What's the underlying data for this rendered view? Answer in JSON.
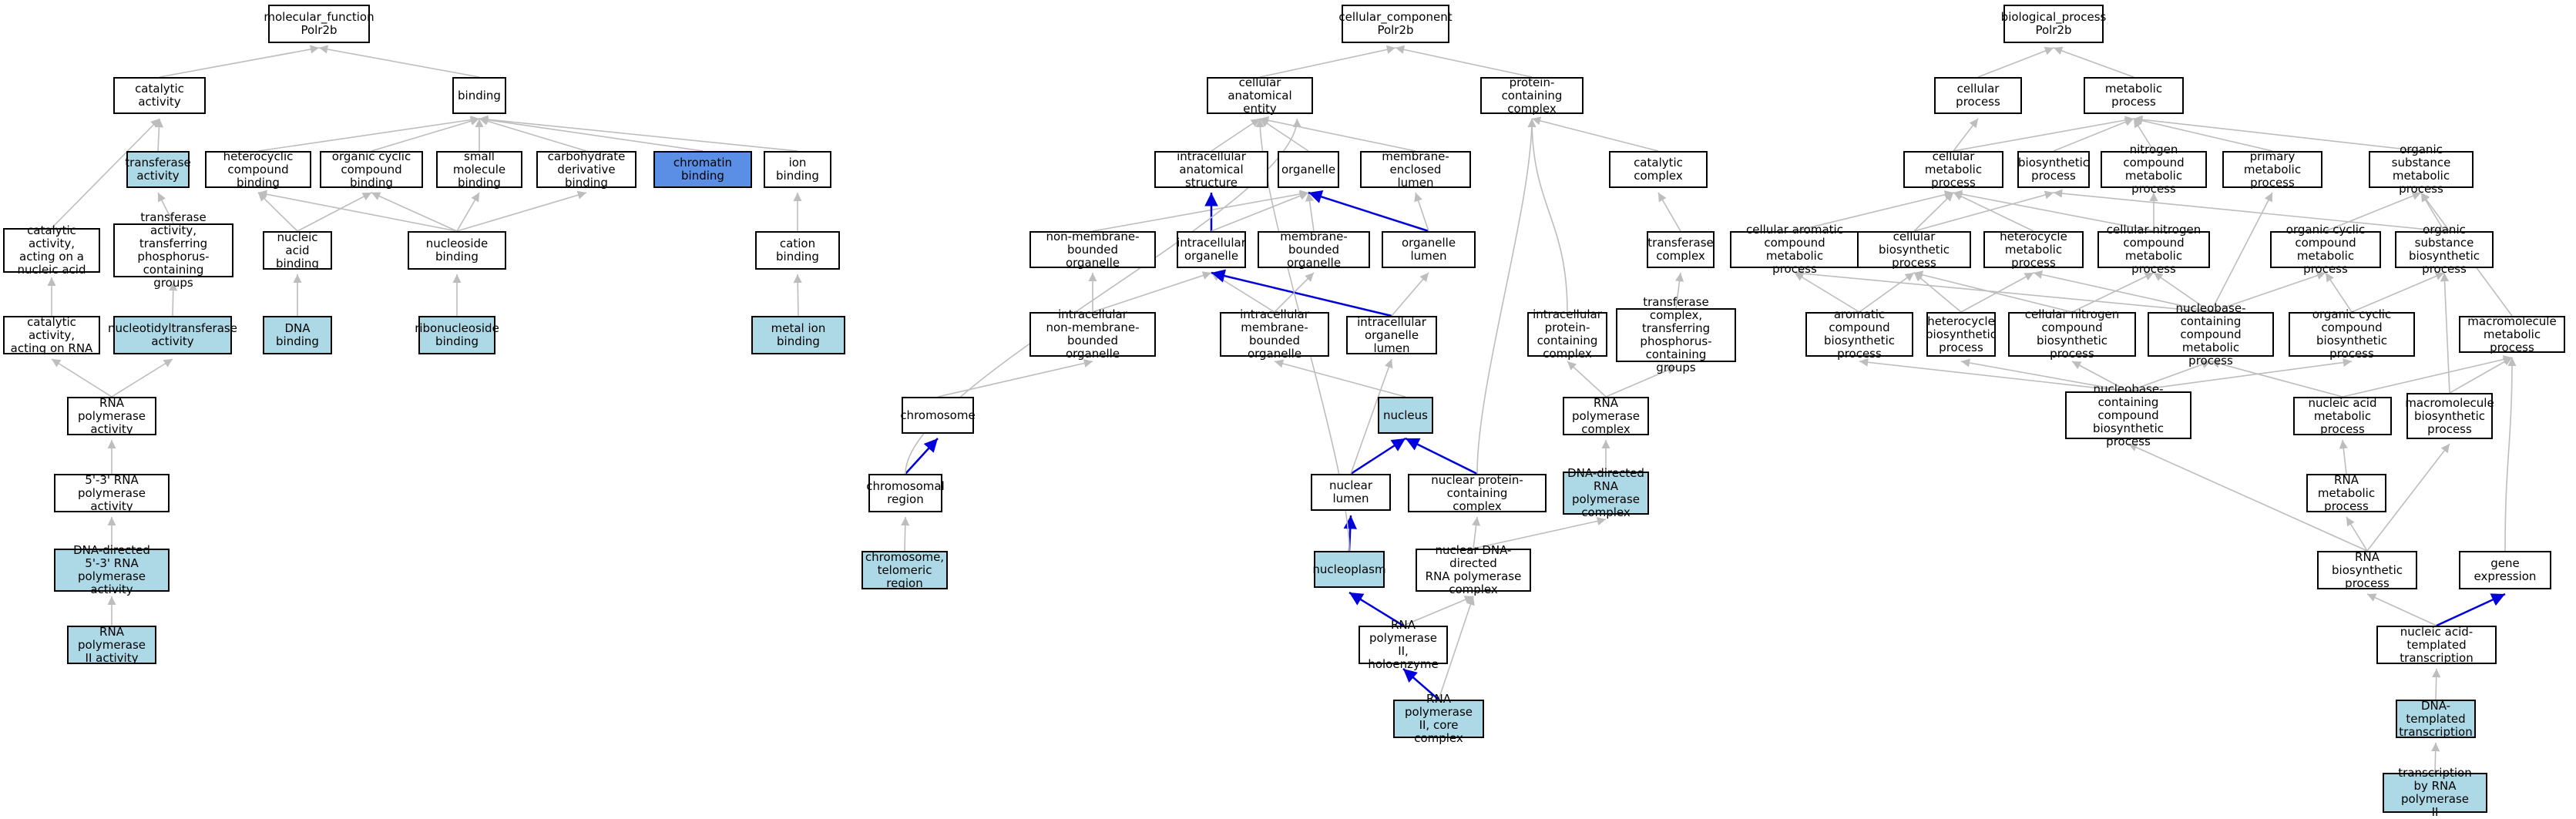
{
  "colors": {
    "edge": "#bdbdbd",
    "edge_highlight": "#0000dd",
    "node_light": "#add8e6",
    "node_dark": "#5b8fe6"
  },
  "nodes": {
    "mf_root": "molecular_function\nPolr2b",
    "catalytic_activity": "catalytic activity",
    "binding": "binding",
    "transferase_activity": "transferase\nactivity",
    "heterocyclic_compound_binding": "heterocyclic\ncompound binding",
    "organic_cyclic_compound_binding": "organic cyclic\ncompound binding",
    "small_molecule_binding": "small molecule\nbinding",
    "carbohydrate_derivative_binding": "carbohydrate\nderivative binding",
    "chromatin_binding": "chromatin binding",
    "ion_binding": "ion binding",
    "catalytic_activity_nucleic_acid": "catalytic activity,\nacting on a\nnucleic acid",
    "transferase_phosphorus": "transferase\nactivity, transferring\nphosphorus-containing\ngroups",
    "nucleic_acid_binding": "nucleic acid\nbinding",
    "nucleoside_binding": "nucleoside binding",
    "cation_binding": "cation binding",
    "catalytic_activity_rna": "catalytic activity,\nacting on RNA",
    "nucleotidyltransferase_activity": "nucleotidyltransferase\nactivity",
    "dna_binding": "DNA binding",
    "ribonucleoside_binding": "ribonucleoside\nbinding",
    "metal_ion_binding": "metal ion binding",
    "rna_polymerase_activity": "RNA polymerase\nactivity",
    "rna_pol_53": "5'-3' RNA polymerase\nactivity",
    "dna_directed_53": "DNA-directed\n5'-3' RNA polymerase\nactivity",
    "rna_pol_ii_activity": "RNA polymerase\nII activity",
    "cc_root": "cellular_component\nPolr2b",
    "cellular_anatomical_entity": "cellular anatomical\nentity",
    "protein_containing_complex": "protein-containing\ncomplex",
    "intracellular_anatomical_structure": "intracellular\nanatomical structure",
    "organelle": "organelle",
    "membrane_enclosed_lumen": "membrane-enclosed\nlumen",
    "catalytic_complex": "catalytic complex",
    "non_membrane_bounded_organelle": "non-membrane-bounded\norganelle",
    "intracellular_organelle": "intracellular\norganelle",
    "membrane_bounded_organelle": "membrane-bounded\norganelle",
    "organelle_lumen": "organelle lumen",
    "transferase_complex": "transferase\ncomplex",
    "intracellular_non_membrane_bounded_organelle": "intracellular\nnon-membrane-bounded\norganelle",
    "intracellular_membrane_bounded_organelle": "intracellular\nmembrane-bounded\norganelle",
    "intracellular_organelle_lumen": "intracellular\norganelle lumen",
    "intracellular_protein_containing_complex": "intracellular\nprotein-containing\ncomplex",
    "transferase_complex_phosphorus": "transferase\ncomplex, transferring\nphosphorus-containing\ngroups",
    "chromosome": "chromosome",
    "nucleus": "nucleus",
    "rna_polymerase_complex": "RNA polymerase\ncomplex",
    "chromosomal_region": "chromosomal\nregion",
    "nuclear_lumen": "nuclear lumen",
    "nuclear_protein_containing_complex": "nuclear protein-containing\ncomplex",
    "dna_directed_rna_polymerase_complex": "DNA-directed\nRNA polymerase\ncomplex",
    "chromosome_telomeric_region": "chromosome,\ntelomeric region",
    "nucleoplasm": "nucleoplasm",
    "nuclear_dna_directed_rna_polymerase_complex": "nuclear DNA-directed\nRNA polymerase\ncomplex",
    "rna_polymerase_ii_holoenzyme": "RNA polymerase\nII, holoenzyme",
    "rna_polymerase_ii_core_complex": "RNA polymerase\nII, core complex",
    "bp_root": "biological_process\nPolr2b",
    "cellular_process": "cellular process",
    "metabolic_process": "metabolic process",
    "cellular_metabolic_process": "cellular metabolic\nprocess",
    "biosynthetic_process": "biosynthetic\nprocess",
    "nitrogen_compound_metabolic_process": "nitrogen compound\nmetabolic process",
    "primary_metabolic_process": "primary metabolic\nprocess",
    "organic_substance_metabolic_process": "organic substance\nmetabolic process",
    "cellular_aromatic_compound_metabolic_process": "cellular aromatic\ncompound metabolic\nprocess",
    "cellular_biosynthetic_process": "cellular biosynthetic\nprocess",
    "heterocycle_metabolic_process": "heterocycle\nmetabolic process",
    "cellular_nitrogen_compound_metabolic_process": "cellular nitrogen\ncompound metabolic\nprocess",
    "organic_cyclic_compound_metabolic_process": "organic cyclic\ncompound metabolic\nprocess",
    "organic_substance_biosynthetic_process": "organic substance\nbiosynthetic\nprocess",
    "aromatic_compound_biosynthetic_process": "aromatic compound\nbiosynthetic\nprocess",
    "heterocycle_biosynthetic_process": "heterocycle\nbiosynthetic\nprocess",
    "cellular_nitrogen_compound_biosynthetic_process": "cellular nitrogen\ncompound biosynthetic\nprocess",
    "nucleobase_containing_compound_metabolic_process": "nucleobase-containing\ncompound metabolic\nprocess",
    "organic_cyclic_compound_biosynthetic_process": "organic cyclic\ncompound biosynthetic\nprocess",
    "macromolecule_metabolic_process": "macromolecule\nmetabolic process",
    "nucleobase_containing_compound_biosynthetic_process": "nucleobase-containing\ncompound biosynthetic\nprocess",
    "nucleic_acid_metabolic_process": "nucleic acid\nmetabolic process",
    "macromolecule_biosynthetic_process": "macromolecule\nbiosynthetic\nprocess",
    "rna_metabolic_process": "RNA metabolic\nprocess",
    "rna_biosynthetic_process": "RNA biosynthetic\nprocess",
    "gene_expression": "gene expression",
    "nucleic_acid_templated_transcription": "nucleic acid-templated\ntranscription",
    "dna_templated_transcription": "DNA-templated\ntranscription",
    "transcription_by_rna_polymerase_ii": "transcription\nby RNA polymerase\nII"
  }
}
